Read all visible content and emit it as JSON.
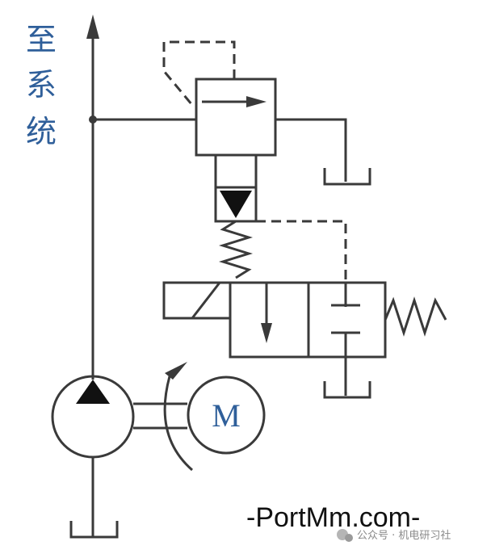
{
  "diagram": {
    "label_to_system": [
      "至",
      "系",
      "统"
    ],
    "motor_label": "M",
    "watermark": "-PortMm.com-",
    "wechat_caption": "公众号 · 机电研习社",
    "colors": {
      "line": "#3a3a3a",
      "label_blue": "#2f5f9a",
      "fill_dark": "#111111"
    },
    "icons": [
      "wechat-icon"
    ]
  }
}
